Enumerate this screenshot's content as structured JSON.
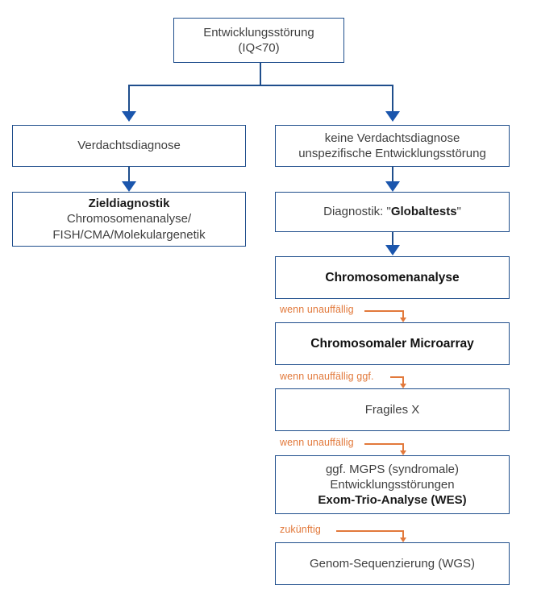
{
  "diagram": {
    "title_node": {
      "line1": "Entwicklungsstörung",
      "line2": "(IQ<70)"
    },
    "left_branch": {
      "suspected": "Verdachtsdiagnose",
      "targeted": {
        "heading": "Zieldiagnostik",
        "line1": "Chromosomenanalyse/",
        "line2": "FISH/CMA/Molekulargenetik"
      }
    },
    "right_branch": {
      "no_suspicion": {
        "line1": "keine Verdachtsdiagnose",
        "line2": "unspezifische Entwicklungsstörung"
      },
      "global_tests": {
        "prefix": "Diagnostik: \"",
        "bold": "Globaltests",
        "suffix": "\""
      },
      "steps": [
        {
          "label": "Chromosomenanalyse"
        },
        {
          "label": "Chromosomaler Microarray"
        },
        {
          "label": "Fragiles X"
        },
        {
          "line1": "ggf. MGPS (syndromale)",
          "line2": "Entwicklungsstörungen",
          "line3": "Exom-Trio-Analyse (WES)"
        },
        {
          "label": "Genom-Sequenzierung (WGS)"
        }
      ],
      "notes": [
        "wenn unauffällig",
        "wenn unauffällig ggf.",
        "wenn unauffällig",
        "zukünftig"
      ]
    },
    "colors": {
      "box_border": "#1F4E8C",
      "arrow_blue": "#1b56AD",
      "note_orange": "#E2793B",
      "background": "#FFFFFF"
    }
  }
}
